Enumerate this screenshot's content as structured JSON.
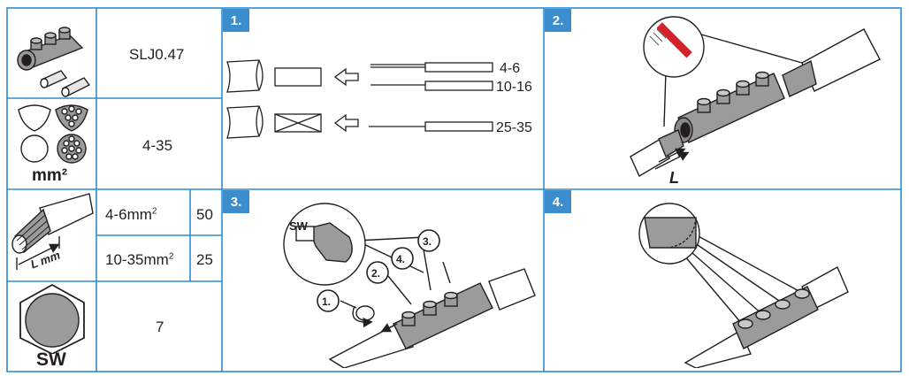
{
  "model": "SLJ0.47",
  "range": "4-35",
  "unit_mm2": "mm²",
  "sw_label": "SW",
  "strip": {
    "rows": [
      {
        "range_main": "4-6mm",
        "sup": "2",
        "length": "50"
      },
      {
        "range_main": "10-35mm",
        "sup": "2",
        "length": "25"
      }
    ],
    "icon_label": "L mm"
  },
  "sw_size": "7",
  "steps": [
    {
      "num": "1.",
      "labels": [
        "4-6",
        "10-16",
        "25-35"
      ]
    },
    {
      "num": "2.",
      "label": "L"
    },
    {
      "num": "3.",
      "tool": "SW",
      "callouts": [
        "1.",
        "2.",
        "3.",
        "4."
      ]
    },
    {
      "num": "4."
    }
  ],
  "colors": {
    "border": "#2e8bcf",
    "badge": "#3b8dcd",
    "grey": "#9b9b9b",
    "dark": "#231f20",
    "red": "#d2232a"
  }
}
